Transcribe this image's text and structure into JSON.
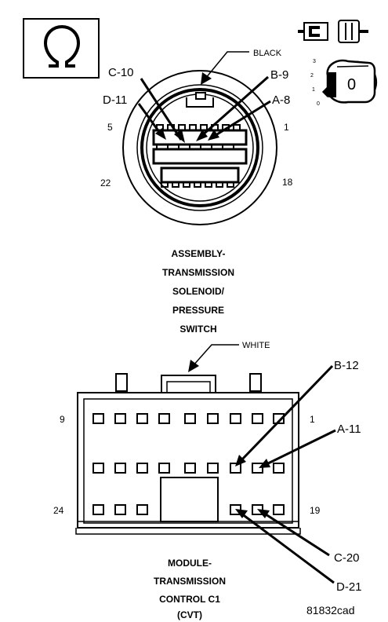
{
  "solenoid_connector": {
    "color_label": "BLACK",
    "wire_labels": {
      "c10": "C-10",
      "b9": "B-9",
      "d11": "D-11",
      "a8": "A-8"
    },
    "pin_numbers": {
      "p5": "5",
      "p1": "1",
      "p22": "22",
      "p18": "18"
    },
    "title_lines": [
      "ASSEMBLY-",
      "TRANSMISSION",
      "SOLENOID/",
      "PRESSURE",
      "SWITCH"
    ]
  },
  "module_connector": {
    "color_label": "WHITE",
    "wire_labels": {
      "b12": "B-12",
      "a11": "A-11",
      "c20": "C-20",
      "d21": "D-21"
    },
    "pin_numbers": {
      "p9": "9",
      "p1": "1",
      "p24": "24",
      "p19": "19"
    },
    "title_lines": [
      "MODULE-",
      "TRANSMISSION",
      "CONTROL C1",
      "(CVT)"
    ]
  },
  "ignition": {
    "positions": [
      "3",
      "2",
      "1",
      "0"
    ],
    "key_label": "0"
  },
  "icons": [
    "ohm-meter-icon",
    "connector-unplugged-icon",
    "ignition-key-icon"
  ],
  "figure_id": "81832cad"
}
